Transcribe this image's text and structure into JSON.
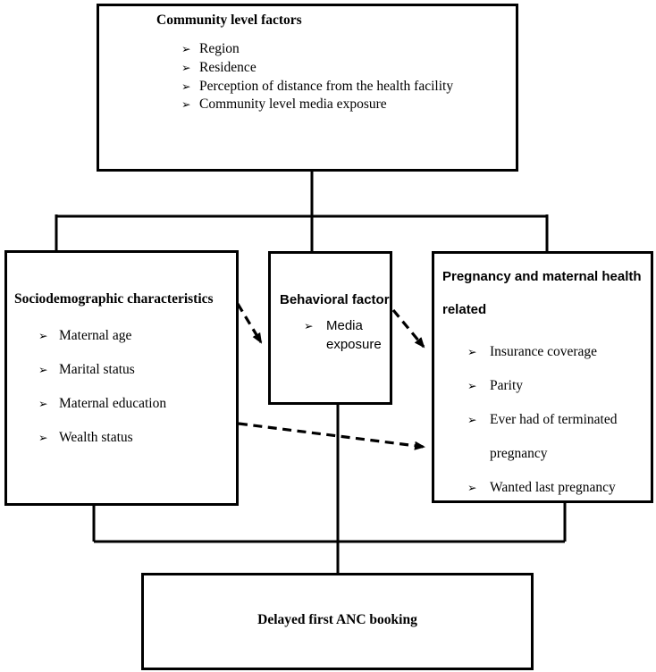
{
  "diagram": {
    "bullet": "➢",
    "line_color": "#000000",
    "top_box": {
      "title": "Community level factors",
      "items": [
        "Region",
        "Residence",
        "Perception of distance from the health facility",
        "Community level media exposure"
      ]
    },
    "left_box": {
      "title": "Sociodemographic characteristics",
      "items": [
        "Maternal age",
        "Marital status",
        "Maternal education",
        "Wealth status"
      ]
    },
    "middle_box": {
      "title": "Behavioral factor",
      "items": [
        "Media exposure"
      ]
    },
    "right_box": {
      "title": "Pregnancy and maternal health related",
      "items": [
        "Insurance coverage",
        "Parity",
        "Ever had of terminated pregnancy",
        "Wanted last pregnancy"
      ]
    },
    "bottom_box": {
      "title": "Delayed first ANC booking"
    }
  }
}
